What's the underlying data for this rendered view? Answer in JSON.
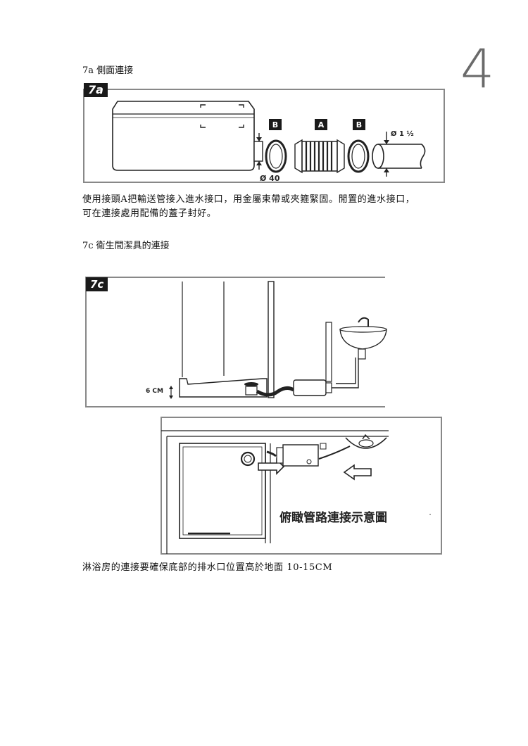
{
  "page_number": "4",
  "section_7a": {
    "heading": "7a 側面連接",
    "figure_tag": "7a",
    "labels": {
      "b_left": "B",
      "a": "A",
      "b_right": "B",
      "pipe_diameter": "Ø 40",
      "inlet_size": "Ø 1 ½"
    },
    "description_line1": "使用接頭A把輸送管接入進水接口，用金屬束帶或夾箍緊固。閒置的進水接口，",
    "description_line2": "可在連接處用配備的蓋子封好。"
  },
  "section_7c": {
    "heading": "7c 衛生間潔具的連接",
    "figure_tag": "7c",
    "height_label": "6 CM",
    "top_view_caption": "俯瞰管路連接示意圖",
    "footer_note": "淋浴房的連接要確保底部的排水口位置高於地面 10-15CM"
  },
  "colors": {
    "frame": "#888888",
    "ink": "#1a1a1a",
    "tag_bg": "#1a1a1a"
  }
}
